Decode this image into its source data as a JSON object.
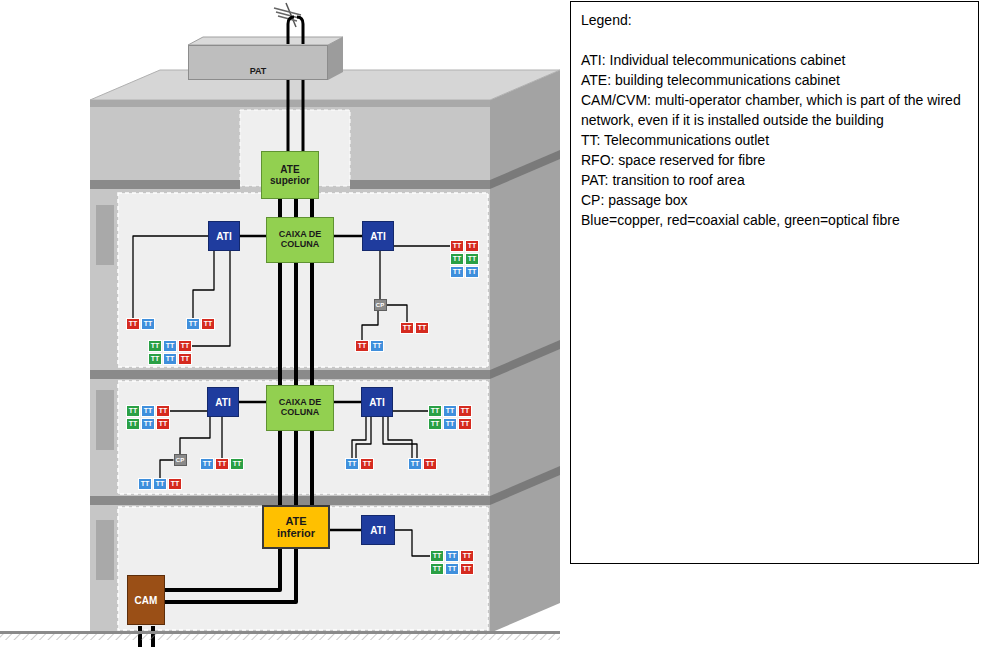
{
  "diagram": {
    "nodes": [
      {
        "text": [
          "PAT"
        ]
      },
      {
        "text": [
          "ATE superior"
        ]
      },
      {
        "text": [
          "ATI"
        ]
      },
      {
        "text": [
          "CAIXA DE COLUNA"
        ]
      },
      {
        "text": [
          "ATI"
        ]
      },
      {
        "text": [
          "TT"
        ]
      },
      {
        "text": [
          "TT"
        ]
      },
      {
        "text": [
          "TT"
        ]
      },
      {
        "text": [
          "TT"
        ]
      },
      {
        "text": [
          "TT"
        ]
      },
      {
        "text": [
          "TT"
        ]
      },
      {
        "text": [
          "CP"
        ]
      },
      {
        "text": [
          "TT"
        ]
      },
      {
        "text": [
          "TT"
        ]
      },
      {
        "text": [
          "TT"
        ]
      },
      {
        "text": [
          "TT"
        ]
      },
      {
        "text": [
          "TT"
        ]
      },
      {
        "text": [
          "TT"
        ]
      },
      {
        "text": [
          "TT"
        ]
      },
      {
        "text": [
          "TT"
        ]
      },
      {
        "text": [
          "TT"
        ]
      },
      {
        "text": [
          "TT"
        ]
      },
      {
        "text": [
          "TT"
        ]
      },
      {
        "text": [
          "TT"
        ]
      },
      {
        "text": [
          "TT"
        ]
      },
      {
        "text": [
          "TT"
        ]
      },
      {
        "text": [
          "ATI"
        ]
      },
      {
        "text": [
          "CAIXA DE COLUNA"
        ]
      },
      {
        "text": [
          "ATI"
        ]
      },
      {
        "text": [
          "TT"
        ]
      },
      {
        "text": [
          "TT"
        ]
      },
      {
        "text": [
          "TT"
        ]
      },
      {
        "text": [
          "TT"
        ]
      },
      {
        "text": [
          "TT"
        ]
      },
      {
        "text": [
          "TT"
        ]
      },
      {
        "text": [
          "TT"
        ]
      },
      {
        "text": [
          "TT"
        ]
      },
      {
        "text": [
          "TT"
        ]
      },
      {
        "text": [
          "TT"
        ]
      },
      {
        "text": [
          "TT"
        ]
      },
      {
        "text": [
          "TT"
        ]
      },
      {
        "text": [
          "CP"
        ]
      },
      {
        "text": [
          "TT"
        ]
      },
      {
        "text": [
          "TT"
        ]
      },
      {
        "text": [
          "TT"
        ]
      },
      {
        "text": [
          "TT"
        ]
      },
      {
        "text": [
          "TT"
        ]
      },
      {
        "text": [
          "TT"
        ]
      },
      {
        "text": [
          "TT"
        ]
      },
      {
        "text": [
          "TT"
        ]
      },
      {
        "text": [
          "TT"
        ]
      },
      {
        "text": [
          "TT"
        ]
      },
      {
        "text": [
          "ATE inferior"
        ]
      },
      {
        "text": [
          "ATI"
        ]
      },
      {
        "text": [
          "TT"
        ]
      },
      {
        "text": [
          "TT"
        ]
      },
      {
        "text": [
          "TT"
        ]
      },
      {
        "text": [
          "TT"
        ]
      },
      {
        "text": [
          "TT"
        ]
      },
      {
        "text": [
          "TT"
        ]
      },
      {
        "text": [
          "CAM"
        ]
      }
    ],
    "edges": [
      {
        "from": 0,
        "to": 1,
        "arrow": "none"
      },
      {
        "from": 1,
        "to": 3,
        "arrow": "none"
      },
      {
        "from": 3,
        "to": 2,
        "arrow": "none"
      },
      {
        "from": 3,
        "to": 4,
        "arrow": "none"
      },
      {
        "from": 3,
        "to": 27,
        "arrow": "none"
      },
      {
        "from": 27,
        "to": 26,
        "arrow": "none"
      },
      {
        "from": 27,
        "to": 28,
        "arrow": "none"
      },
      {
        "from": 27,
        "to": 52,
        "arrow": "none"
      },
      {
        "from": 52,
        "to": 53,
        "arrow": "none"
      },
      {
        "from": 60,
        "to": 52,
        "arrow": "none"
      },
      {
        "from": 2,
        "to": 12,
        "arrow": "none"
      },
      {
        "from": 2,
        "to": 14,
        "arrow": "none"
      },
      {
        "from": 2,
        "to": 22,
        "arrow": "none"
      },
      {
        "from": 4,
        "to": 5,
        "arrow": "none"
      },
      {
        "from": 4,
        "to": 11,
        "arrow": "none"
      },
      {
        "from": 11,
        "to": 16,
        "arrow": "none"
      },
      {
        "from": 11,
        "to": 18,
        "arrow": "none"
      },
      {
        "from": 26,
        "to": 31,
        "arrow": "none"
      },
      {
        "from": 26,
        "to": 41,
        "arrow": "none"
      },
      {
        "from": 41,
        "to": 50,
        "arrow": "none"
      },
      {
        "from": 26,
        "to": 43,
        "arrow": "none"
      },
      {
        "from": 28,
        "to": 35,
        "arrow": "none"
      },
      {
        "from": 28,
        "to": 45,
        "arrow": "none"
      },
      {
        "from": 28,
        "to": 47,
        "arrow": "none"
      },
      {
        "from": 53,
        "to": 54,
        "arrow": "none"
      }
    ],
    "labels": [
      "Legend:"
    ],
    "legend": [
      {
        "text": "ATI: Individual telecommunications cabinet"
      },
      {
        "text": "ATE: building telecommunications cabinet"
      },
      {
        "text": "CAM/CVM: multi-operator chamber, which is part of the wired network, even if it is installed outside the building"
      },
      {
        "text": "TT: Telecommunications outlet"
      },
      {
        "text": "RFO: space reserved for fibre"
      },
      {
        "text": "PAT: transition to roof area"
      },
      {
        "text": "CP: passage box"
      },
      {
        "text": "Blue=copper, red=coaxial cable, green=optical fibre"
      }
    ]
  }
}
